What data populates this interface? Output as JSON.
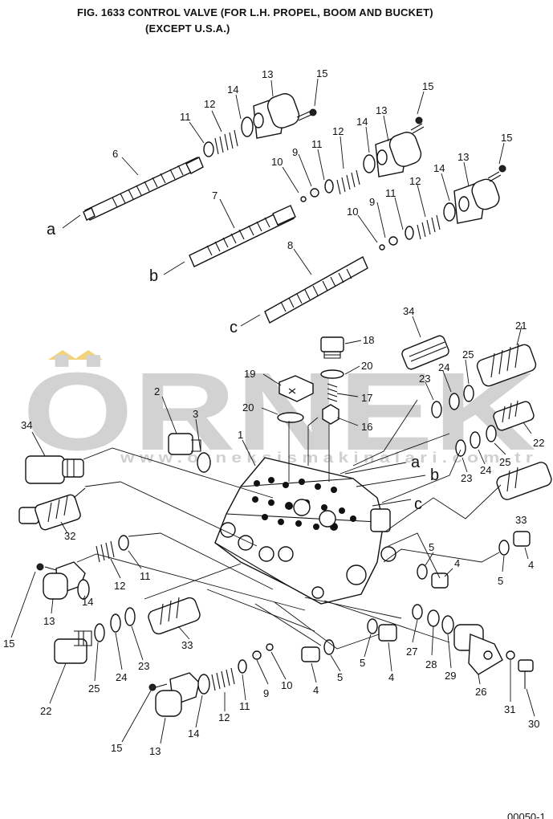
{
  "figure": {
    "title_line1": "FIG. 1633   CONTROL VALVE (FOR L.H. PROPEL, BOOM AND BUCKET)",
    "title_line2": "(EXCEPT U.S.A.)",
    "corner_code": "00050-1"
  },
  "watermark": {
    "brand": "ÖRNEK",
    "url": "www.orneksismakinalari.com.tr",
    "accent_color": "#f2d37a",
    "text_color": "#d2d2d2"
  },
  "callouts": {
    "c13a": "13",
    "c15a": "15",
    "c14a": "14",
    "c12a": "12",
    "c11a": "11",
    "c6": "6",
    "c15b": "15",
    "c13b": "13",
    "c14b": "14",
    "c12b": "12",
    "c11b": "11",
    "c9a": "9",
    "c10a": "10",
    "c7": "7",
    "c15c": "15",
    "c13c": "13",
    "c14c": "14",
    "c12c": "12",
    "c11c": "11",
    "c9b": "9",
    "c10b": "10",
    "c8": "8",
    "c34a": "34",
    "c21": "21",
    "c18": "18",
    "c20a": "20",
    "c19": "19",
    "c17": "17",
    "c20b": "20",
    "c16": "16",
    "c25a": "25",
    "c24a": "24",
    "c23a": "23",
    "c2": "2",
    "c3": "3",
    "c1": "1",
    "c34b": "34",
    "c22a": "22",
    "c23b": "23",
    "c24b": "24",
    "c25b": "25",
    "c32": "32",
    "c33a": "33",
    "c12d": "12",
    "c11d": "11",
    "c5a": "5",
    "c4a": "4",
    "c5b": "5",
    "c4b": "4",
    "c15d": "15",
    "c14d": "14",
    "c13d": "13",
    "c33b": "33",
    "c23c": "23",
    "c24c": "24",
    "c25c": "25",
    "c22b": "22",
    "c5c": "5",
    "c4c": "4",
    "c27": "27",
    "c28": "28",
    "c29": "29",
    "c26": "26",
    "c31": "31",
    "c30": "30",
    "c9c": "9",
    "c10c": "10",
    "c4d": "4",
    "c5d": "5",
    "c12e": "12",
    "c11e": "11",
    "c15e": "15",
    "c14e": "14",
    "c13e": "13"
  },
  "connector_letters": {
    "a_left": "a",
    "b_left": "b",
    "c_left": "c",
    "a_right": "a",
    "b_right": "b",
    "c_right": "c"
  }
}
